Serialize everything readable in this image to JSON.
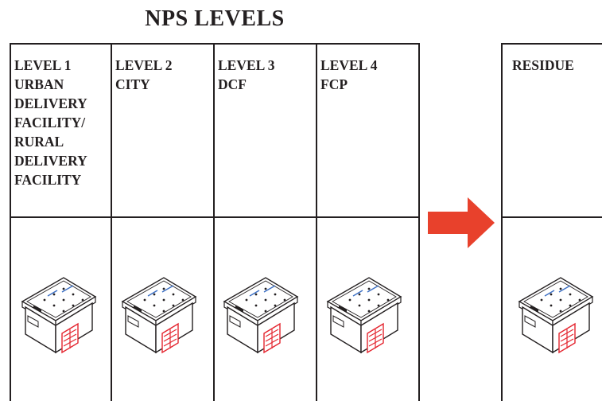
{
  "title": "NPS LEVELS",
  "columns": [
    {
      "lines": [
        "LEVEL 1",
        "URBAN",
        "DELIVERY",
        "FACILITY/",
        "RURAL",
        "DELIVERY",
        "FACILITY"
      ]
    },
    {
      "lines": [
        "LEVEL 2",
        "CITY"
      ]
    },
    {
      "lines": [
        "LEVEL 3",
        "DCF"
      ]
    },
    {
      "lines": [
        "LEVEL 4",
        "FCP"
      ]
    }
  ],
  "residue": {
    "lines": [
      "RESIDUE"
    ]
  },
  "icons": {
    "tray": "mail-tray-icon",
    "arrow": "right-arrow-icon"
  },
  "colors": {
    "line": "#231f20",
    "arrow": "#e8412c",
    "tray_label": "#e4242e",
    "tray_text": "#3b6fc4"
  }
}
